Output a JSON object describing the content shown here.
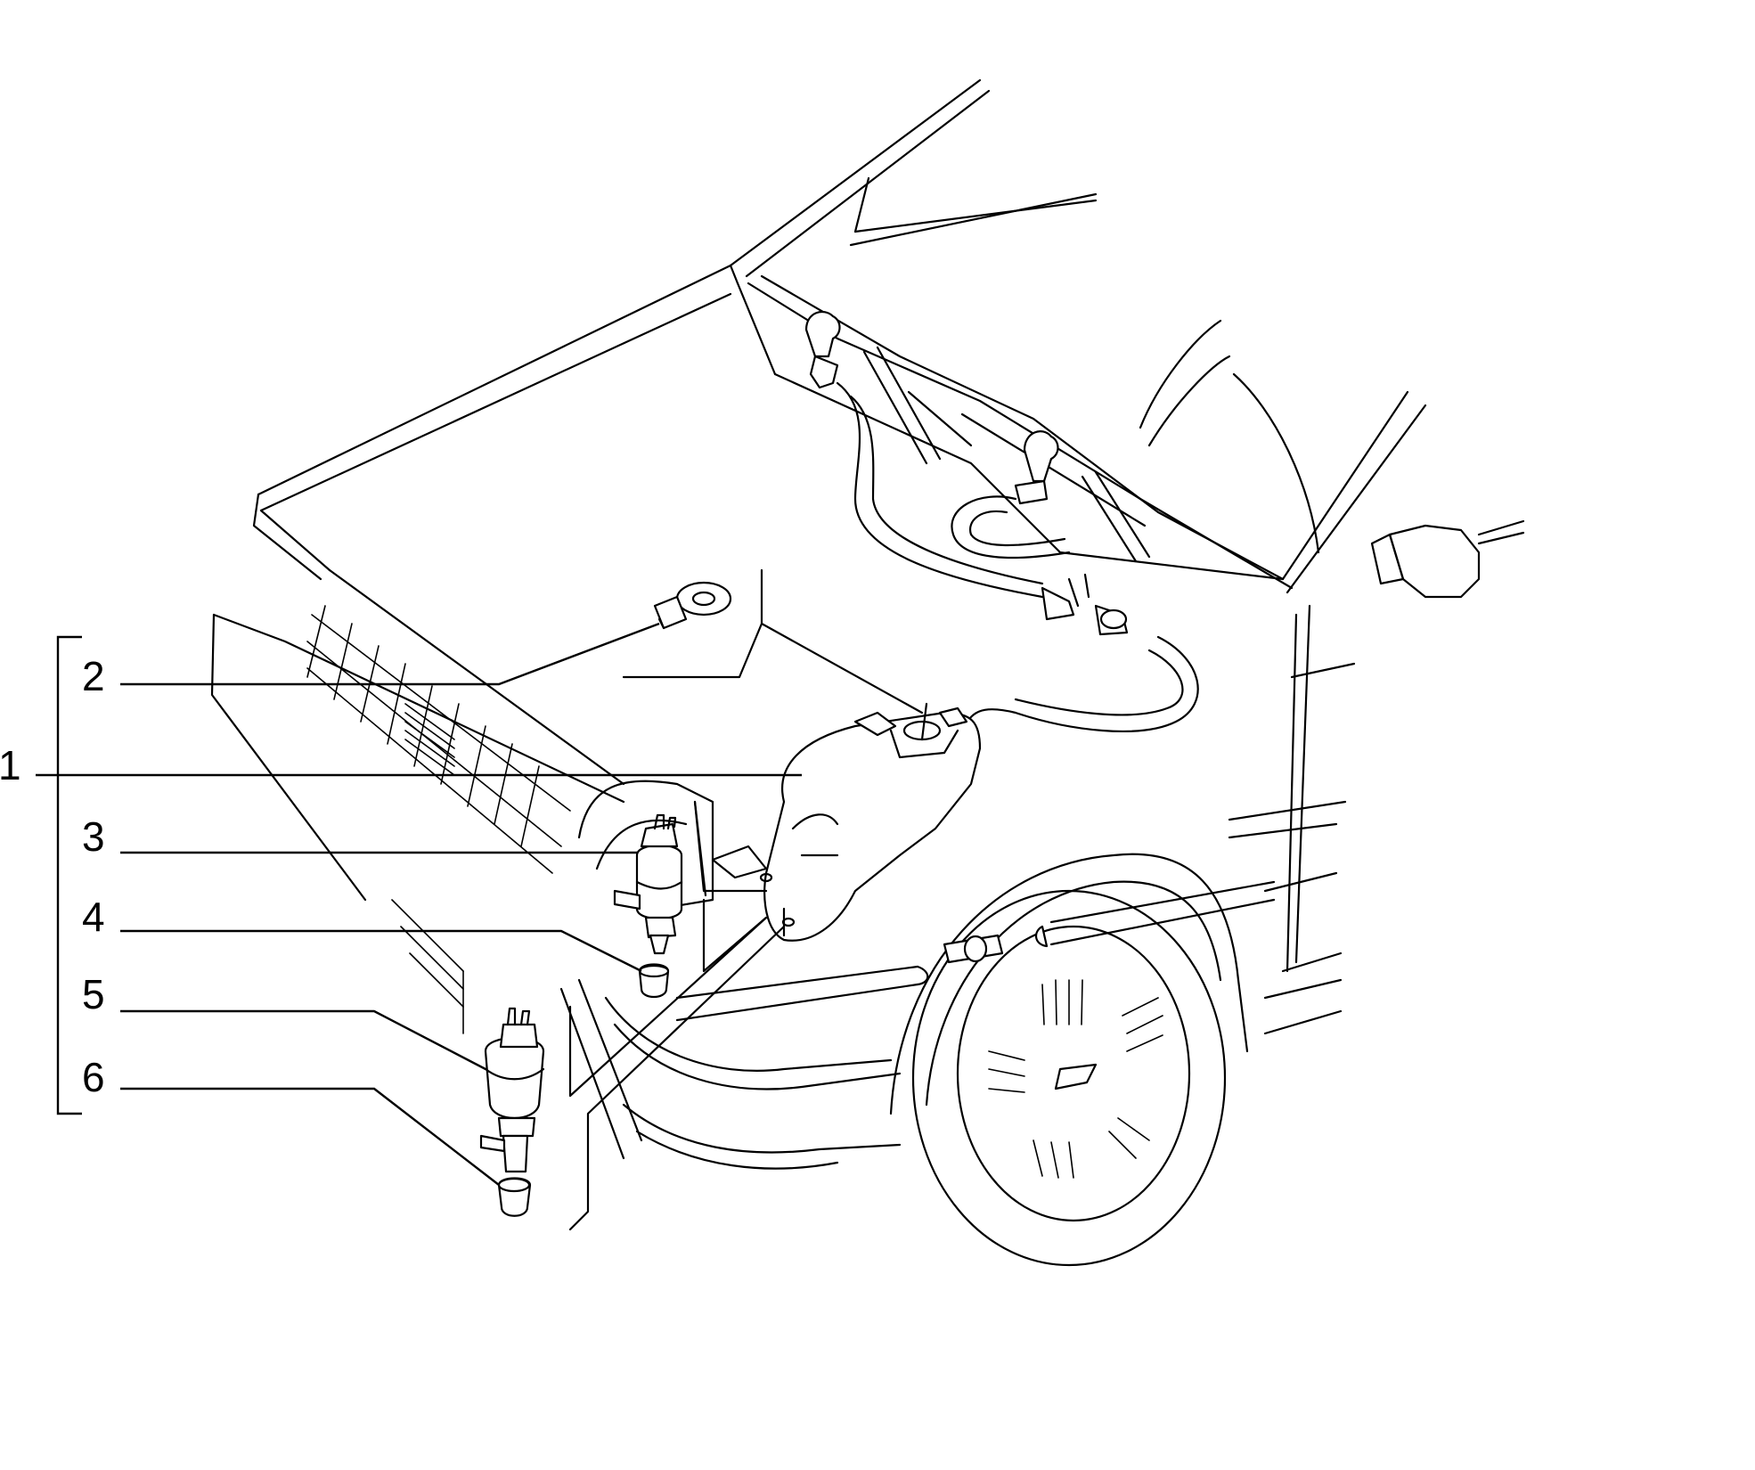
{
  "diagram": {
    "type": "exploded-parts-diagram",
    "subject": "windscreen-washer-system",
    "colors": {
      "line": "#000000",
      "background": "#ffffff"
    },
    "callouts": [
      {
        "id": "1",
        "label": "1",
        "part": "washer-reservoir"
      },
      {
        "id": "2",
        "label": "2",
        "part": "reservoir-cap"
      },
      {
        "id": "3",
        "label": "3",
        "part": "windscreen-washer-pump"
      },
      {
        "id": "4",
        "label": "4",
        "part": "pump-grommet"
      },
      {
        "id": "5",
        "label": "5",
        "part": "headlamp-washer-pump"
      },
      {
        "id": "6",
        "label": "6",
        "part": "pump-grommet-2"
      }
    ]
  }
}
